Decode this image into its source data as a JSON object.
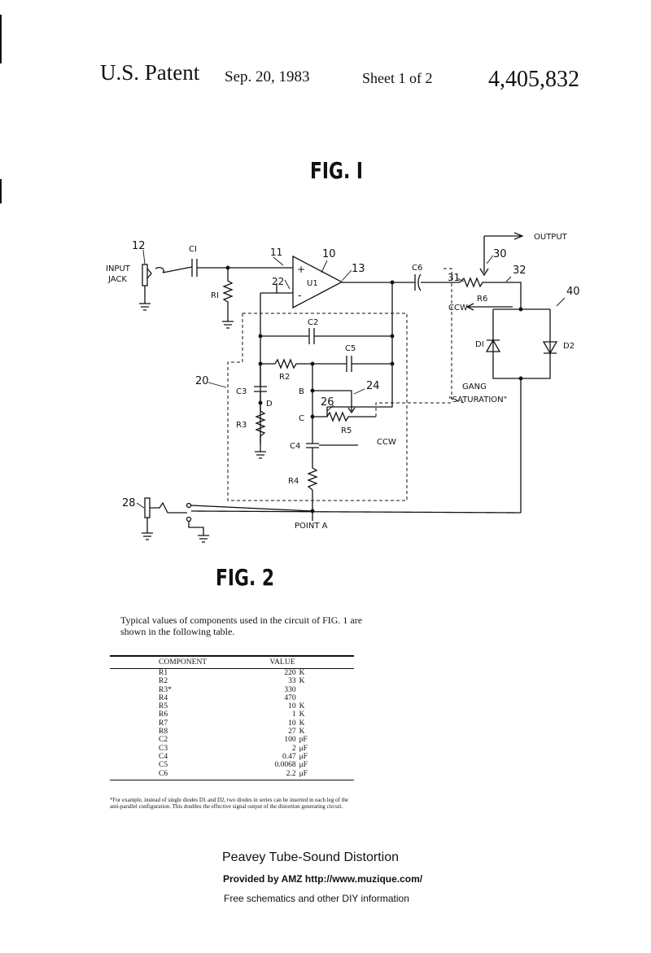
{
  "header": {
    "patent_label": "U.S. Patent",
    "date": "Sep. 20, 1983",
    "sheet": "Sheet 1 of 2",
    "number": "4,405,832"
  },
  "figure1": {
    "title": "FIG. I",
    "labels": {
      "input_jack_1": "INPUT",
      "input_jack_2": "JACK",
      "output": "OUTPUT",
      "ref_12": "12",
      "ref_11": "11",
      "ref_10": "10",
      "ref_13": "13",
      "ref_22": "22",
      "ref_30": "30",
      "ref_31": "31",
      "ref_32": "32",
      "ref_40": "40",
      "ref_20": "20",
      "ref_24": "24",
      "ref_26": "26",
      "ref_28": "28",
      "c1": "CI",
      "r1": "RI",
      "u1": "U1",
      "plus": "+",
      "minus": "-",
      "c6": "C6",
      "r6": "R6",
      "ccw_top": "CCW",
      "d1": "DI",
      "d2": "D2",
      "c2": "C2",
      "c5": "C5",
      "r2": "R2",
      "c3": "C3",
      "d_node": "D",
      "r3": "R3",
      "b_node": "B",
      "c_node": "C",
      "r5": "R5",
      "c4": "C4",
      "ccw_bottom": "CCW",
      "r4": "R4",
      "gang": "GANG",
      "saturation": "\"SATURATION\"",
      "point_a": "POINT A"
    }
  },
  "figure2": {
    "title": "FIG. 2",
    "intro": "Typical values of components used in the circuit of FIG. 1 are shown in the following table.",
    "table": {
      "header_component": "COMPONENT",
      "header_value": "VALUE",
      "rows": [
        {
          "name": "R1",
          "value": "220",
          "unit": "K"
        },
        {
          "name": "R2",
          "value": "33",
          "unit": "K"
        },
        {
          "name": "R3*",
          "value": "330",
          "unit": ""
        },
        {
          "name": "R4",
          "value": "470",
          "unit": ""
        },
        {
          "name": "R5",
          "value": "10",
          "unit": "K"
        },
        {
          "name": "R6",
          "value": "1",
          "unit": "K"
        },
        {
          "name": "R7",
          "value": "10",
          "unit": "K"
        },
        {
          "name": "R8",
          "value": "27",
          "unit": "K"
        },
        {
          "name": "C2",
          "value": "100",
          "unit": "pF"
        },
        {
          "name": "C3",
          "value": "2",
          "unit": "μF"
        },
        {
          "name": "C4",
          "value": "0.47",
          "unit": "μF"
        },
        {
          "name": "C5",
          "value": "0.0068",
          "unit": "μF"
        },
        {
          "name": "C6",
          "value": "2.2",
          "unit": "μF"
        }
      ]
    },
    "footnote": "*For example, instead of single diodes D1 and D2, two diodes in series can be inserted in each leg of the anti-parallel configuration. This doubles the effective signal output of the distortion generating circuit."
  },
  "credits": {
    "title": "Peavey Tube-Sound Distortion",
    "provided": "Provided by AMZ  http://www.muzique.com/",
    "free": "Free schematics and other DIY information"
  }
}
